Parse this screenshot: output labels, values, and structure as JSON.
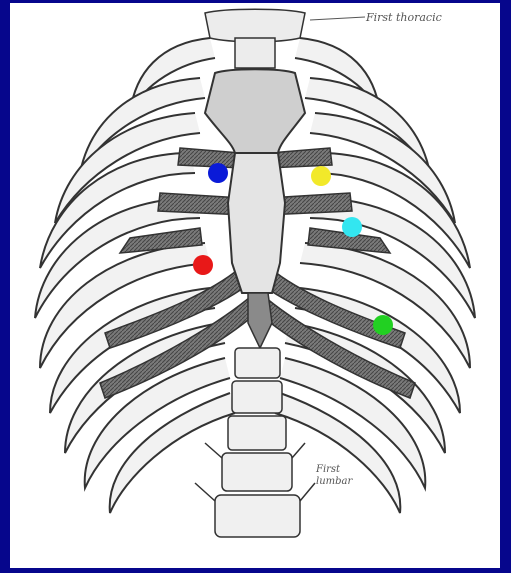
{
  "labels": {
    "first_thoracic": "First thoracic",
    "first_lumbar_line1": "First",
    "first_lumbar_line2": "lumbar"
  },
  "markers": [
    {
      "name": "blue-marker",
      "color": "#0a1ad8"
    },
    {
      "name": "yellow-marker",
      "color": "#f2e92a"
    },
    {
      "name": "cyan-marker",
      "color": "#33e6f0"
    },
    {
      "name": "red-marker",
      "color": "#e81818"
    },
    {
      "name": "green-marker",
      "color": "#22d022"
    }
  ],
  "colors": {
    "background": "#06068c",
    "bone_fill": "#f4f4f4",
    "bone_stroke": "#333333",
    "cartilage_fill": "#6f6f6f"
  }
}
